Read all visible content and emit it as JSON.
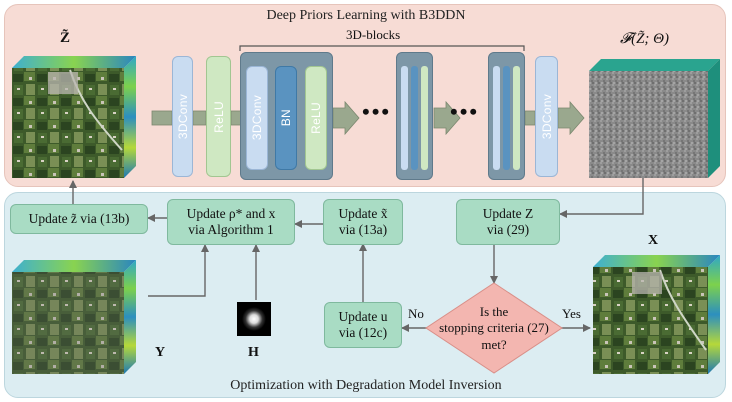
{
  "top_panel": {
    "title": "Deep Priors Learning with B3DDN"
  },
  "bottom_panel": {
    "title": "Optimization with Degradation Model Inversion"
  },
  "network": {
    "layer_conv": "3DConv",
    "layer_relu": "ReLU",
    "layer_bn": "BN",
    "group_label": "3D-blocks",
    "input_label": "Z̃",
    "output_label": "𝓕(Z̃; Θ)"
  },
  "boxes": {
    "update_z_tilde": "Update z̃ via (13b)",
    "update_rho_line1": "Update ρ* and x",
    "update_rho_line2": "via Algorithm 1",
    "update_x_tilde_line1": "Update x̃",
    "update_x_tilde_line2": "via (13a)",
    "update_Z_line1": "Update Z",
    "update_Z_line2": "via (29)",
    "update_u_line1": "Update u",
    "update_u_line2": "via (12c)"
  },
  "decision": {
    "line1": "Is the",
    "line2": "stopping criteria (27)",
    "line3": "met?",
    "no_label": "No",
    "yes_label": "Yes"
  },
  "labels": {
    "Y": "Y",
    "H": "H",
    "X": "X"
  },
  "colors": {
    "top_bg": "#f7dcd5",
    "bottom_bg": "#dcedf2",
    "box_green": "#a9dcc4",
    "conv_blue": "#c9dcf1",
    "relu_green": "#cfe8c2",
    "bn_blue": "#5a93c0",
    "block_gray": "#7d97a7",
    "diamond_pink": "#f3b6b0",
    "arrow_gray": "#666666"
  }
}
